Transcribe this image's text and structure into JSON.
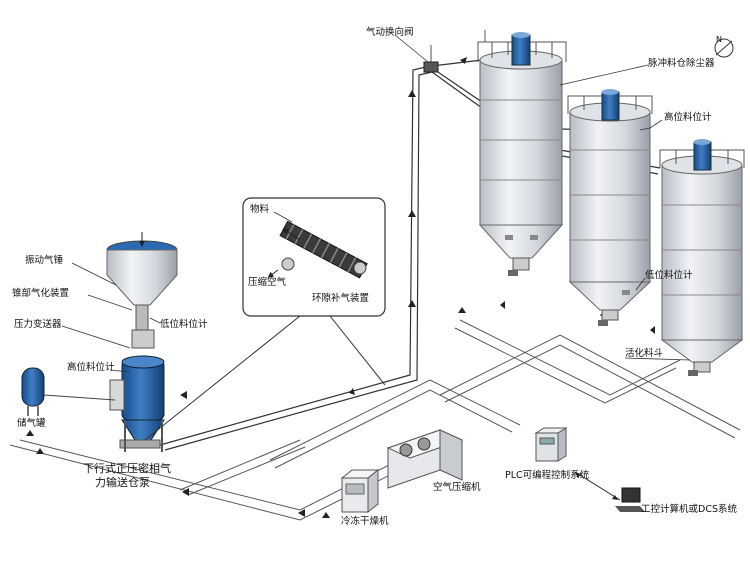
{
  "labels": {
    "valve": "气动换向阀",
    "dust_collector": "脉冲料仓除尘器",
    "high_level_right": "高位料位计",
    "low_level_right": "低位料位计",
    "activating_hopper": "活化料斗",
    "material": "物料",
    "compressed_air_inset": "压缩空气",
    "ring_air": "环隙补气装置",
    "vibrator": "振动气锤",
    "cone_aeration": "锥部气化装置",
    "pressure_transmitter": "压力变送器",
    "low_level_left": "低位料位计",
    "high_level_left": "高位料位计",
    "air_tank": "储气罐",
    "pump_line1": "下行式正压密相气",
    "pump_line2": "力输送仓泵",
    "compressor": "空气压缩机",
    "dryer": "冷冻干燥机",
    "plc": "PLC可编程控制系统",
    "dcs": "工控计算机或DCS系统",
    "compass": "N"
  },
  "colors": {
    "steel_light": "#eef0f3",
    "steel_mid": "#c9cdd3",
    "steel_dark": "#8e949c",
    "blue": "#1f5fa8",
    "blue_light": "#4a86c8",
    "line": "#222222"
  }
}
